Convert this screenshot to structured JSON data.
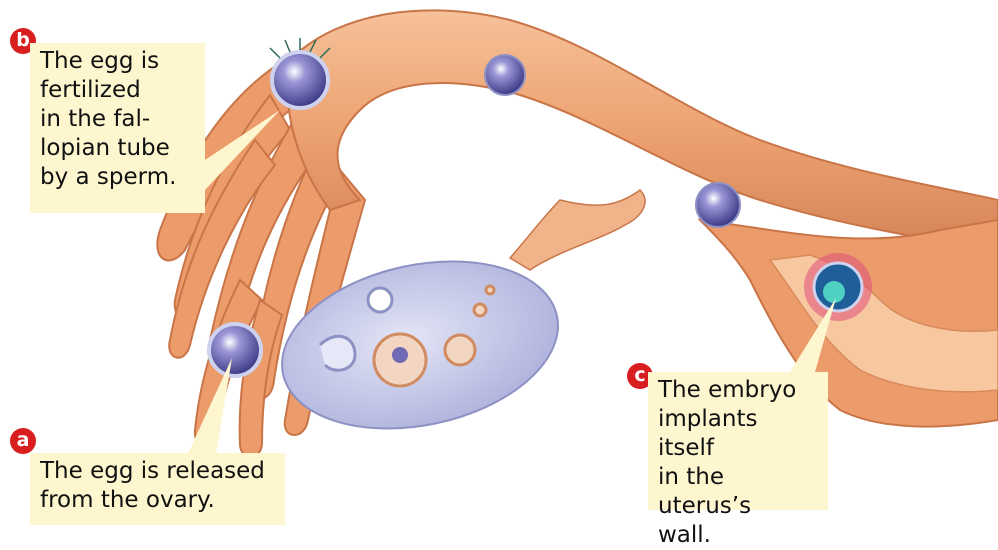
{
  "colors": {
    "marker": "#d81e1e",
    "callout_bg": "#fdf6cf",
    "tissue": "#eda271",
    "tissue_dark": "#cf7a4a",
    "tissue_light": "#f7c7a0",
    "ovary": "#c3c6e6",
    "egg": "#6e6ab4"
  },
  "callouts": {
    "a": {
      "marker": "a",
      "text": "The egg is released\nfrom the ovary."
    },
    "b": {
      "marker": "b",
      "text": "The egg is\nfertilized\nin the fal-\nlopian tube\nby a sperm."
    },
    "c": {
      "marker": "c",
      "text": "The embryo\nimplants itself\nin the uterus’s\nwall."
    }
  }
}
